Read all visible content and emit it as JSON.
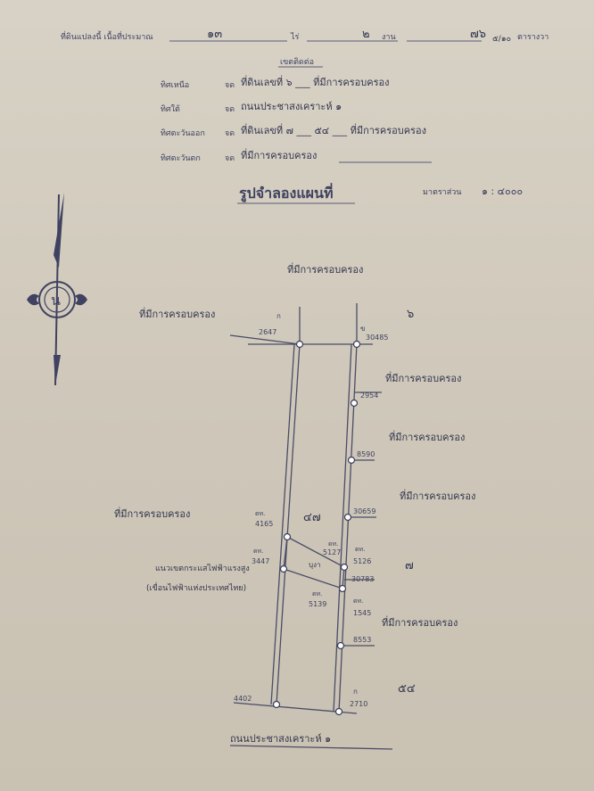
{
  "header": {
    "area_prefix": "ที่ดินแปลงนี้  เนื้อที่ประมาณ",
    "area_rai": "๑๓",
    "rai_unit": "ไร่",
    "area_ngan": "๒",
    "ngan_unit": "งาน",
    "area_wa": "๗๖",
    "area_wa_fraction": "๕/๑๐",
    "wa_unit": "ตารางวา"
  },
  "boundaries": {
    "heading": "เขตติดต่อ",
    "rows": [
      {
        "direction": "ทิศเหนือ",
        "conj": "จด",
        "text": "ที่ดินเลขที่ ๖ ___ ที่มีการครอบครอง"
      },
      {
        "direction": "ทิศใต้",
        "conj": "จด",
        "text": "ถนนประชาสงเคราะห์ ๑"
      },
      {
        "direction": "ทิศตะวันออก",
        "conj": "จด",
        "text": "ที่ดินเลขที่ ๗ ___ ๕๔ ___ ที่มีการครอบครอง"
      },
      {
        "direction": "ทิศตะวันตก",
        "conj": "จด",
        "text": "ที่มีการครอบครอง"
      }
    ]
  },
  "map": {
    "title": "รูปจำลองแผนที่",
    "scale_label": "มาตราส่วน",
    "scale_value": "๑ : ๔๐๐๐",
    "north_symbol": "น",
    "labels": {
      "north_neighbor": "ที่มีการครอบครอง",
      "west_upper": "ที่มีการครอบครอง",
      "west_lower": "ที่มีการครอบครอง",
      "parcel_6": "๖",
      "east_1": "ที่มีการครอบครอง",
      "east_2": "ที่มีการครอบครอง",
      "east_3": "ที่มีการครอบครอง",
      "east_4": "ที่มีการครอบครอง",
      "parcel_7": "๗",
      "parcel_54": "๕๔",
      "parcel_47": "๔๗",
      "road": "ถนนประชาสงเคราะห์ ๑",
      "annotation_1": "แนวเขตกระแสไฟฟ้าแรงสูง",
      "annotation_2": "(เขื่อนไฟฟ้าแห่งประเทศไทย)",
      "annotation_mid": "บุงา"
    },
    "markers": [
      {
        "id": "m1",
        "code": "ก",
        "number": "2647"
      },
      {
        "id": "m2",
        "code": "ข",
        "number": "30485"
      },
      {
        "id": "m3",
        "code": "",
        "number": "2954"
      },
      {
        "id": "m4",
        "code": "",
        "number": "8590"
      },
      {
        "id": "m5",
        "code": "",
        "number": "30659"
      },
      {
        "id": "m6",
        "code": "ดท.",
        "number": "4165"
      },
      {
        "id": "m7",
        "code": "ดท.",
        "number": "5127"
      },
      {
        "id": "m8",
        "code": "ดท.",
        "number": "5126"
      },
      {
        "id": "m9",
        "code": "",
        "number": "30783"
      },
      {
        "id": "m10",
        "code": "ดท.",
        "number": "3447"
      },
      {
        "id": "m11",
        "code": "ดท.",
        "number": "5139"
      },
      {
        "id": "m12",
        "code": "ดท.",
        "number": "1545"
      },
      {
        "id": "m13",
        "code": "",
        "number": "8553"
      },
      {
        "id": "m14",
        "code": "",
        "number": "4402"
      },
      {
        "id": "m15",
        "code": "ก",
        "number": "2710"
      }
    ]
  }
}
